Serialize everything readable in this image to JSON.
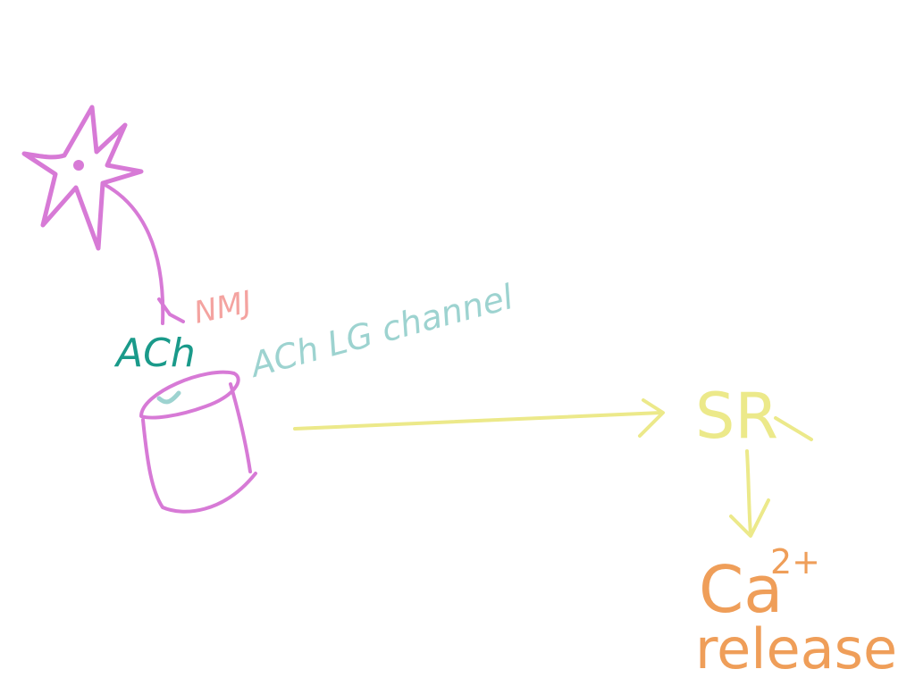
{
  "labels": {
    "ach": "ACh",
    "nmj": "NMJ",
    "ach_channel": "ACh LG channel",
    "sr": "SR",
    "ca": "Ca",
    "ca_charge": "2+",
    "release": "release"
  },
  "colors": {
    "neuron": "#d77ad6",
    "ach": "#1a9a8a",
    "nmj": "#f4a3a0",
    "ach_channel": "#9dd3d0",
    "sr": "#ece98a",
    "ca": "#ef9e59"
  }
}
